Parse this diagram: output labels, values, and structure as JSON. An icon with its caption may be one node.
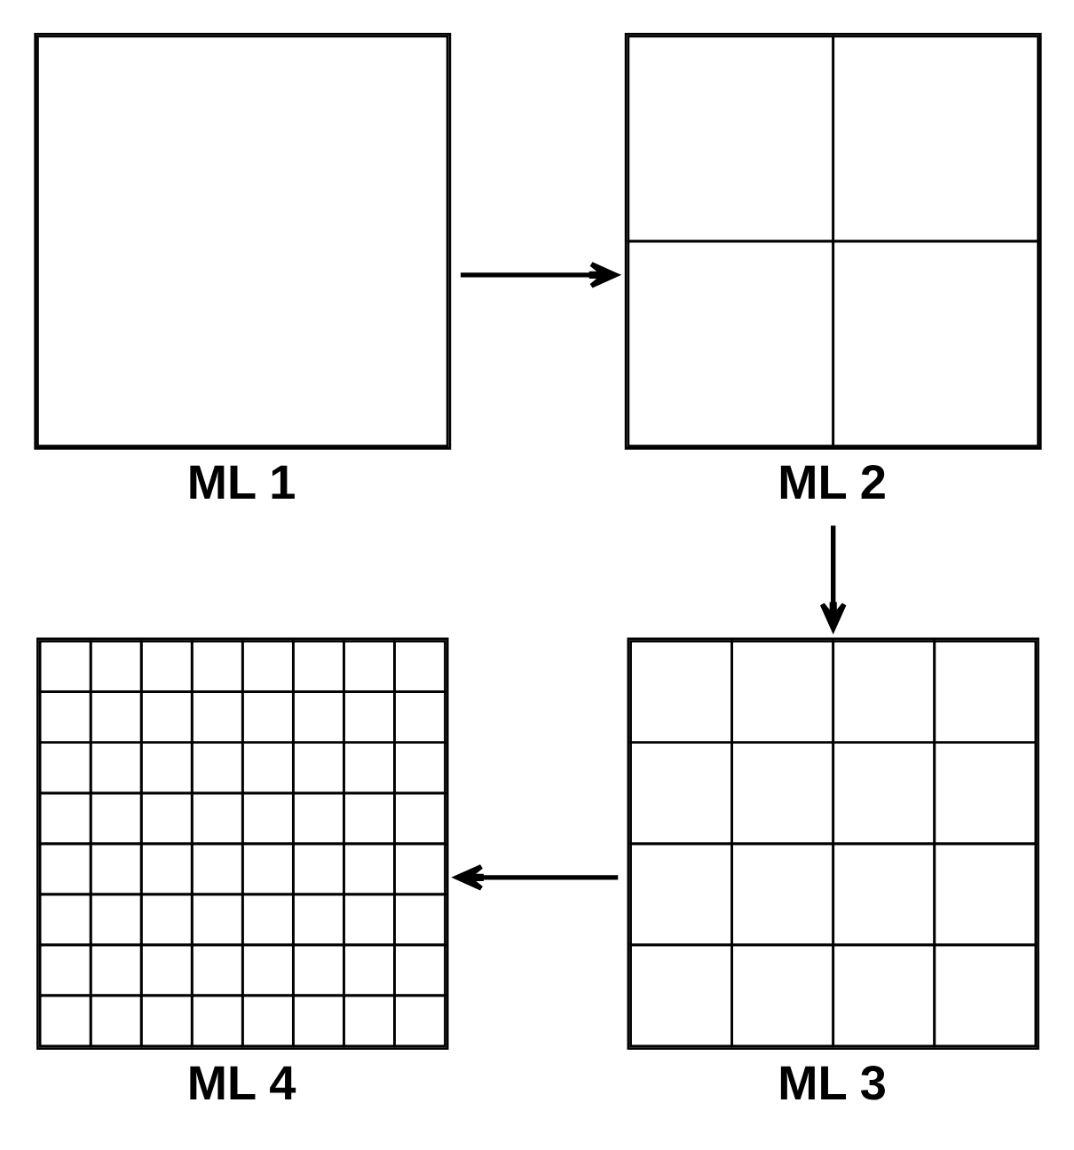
{
  "diagram": {
    "nodes": [
      {
        "text": [
          "ML 1"
        ]
      },
      {
        "text": [
          "ML 2"
        ]
      },
      {
        "text": [
          "ML 3"
        ]
      },
      {
        "text": [
          "ML 4"
        ]
      }
    ],
    "edges": [
      {
        "from": 0,
        "to": 1,
        "arrow": "to"
      },
      {
        "from": 1,
        "to": 2,
        "arrow": "to"
      },
      {
        "from": 2,
        "to": 3,
        "arrow": "to"
      }
    ]
  }
}
